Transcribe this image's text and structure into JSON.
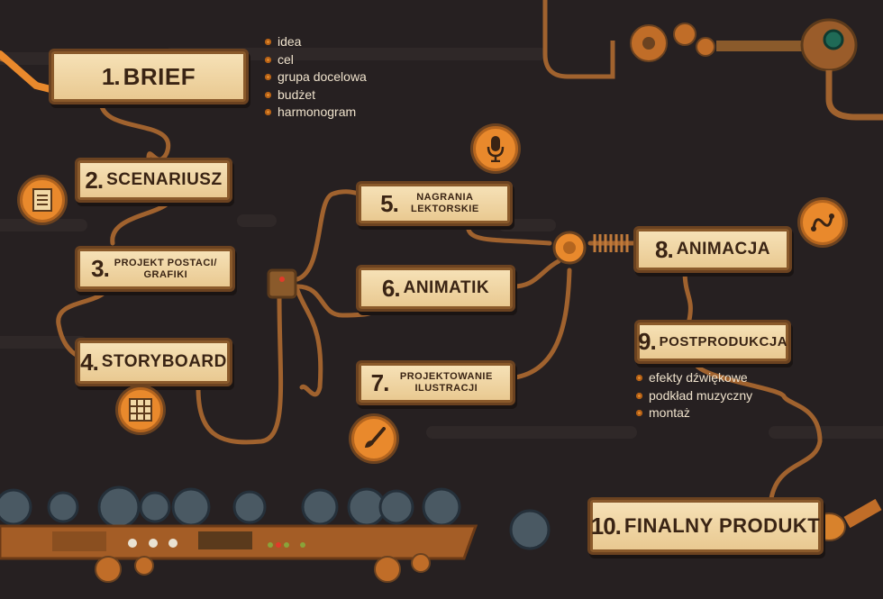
{
  "steps": [
    {
      "num": "1.",
      "label": "BRIEF"
    },
    {
      "num": "2.",
      "label": "SCENARIUSZ"
    },
    {
      "num": "3.",
      "label": "PROJEKT POSTACI/ GRAFIKI"
    },
    {
      "num": "4.",
      "label": "STORYBOARD"
    },
    {
      "num": "5.",
      "label": "NAGRANIA LEKTORSKIE"
    },
    {
      "num": "6.",
      "label": "ANIMATIK"
    },
    {
      "num": "7.",
      "label": "PROJEKTOWANIE ILUSTRACJI"
    },
    {
      "num": "8.",
      "label": "ANIMACJA"
    },
    {
      "num": "9.",
      "label": "POSTPRODUKCJA"
    },
    {
      "num": "10.",
      "label": "FINALNY PRODUKT"
    }
  ],
  "brief_notes": [
    "idea",
    "cel",
    "grupa docelowa",
    "budżet",
    "harmonogram"
  ],
  "postproduction_notes": [
    "efekty dźwiękowe",
    "podkład muzyczny",
    "montaż"
  ],
  "icons": {
    "scenario": "document-icon",
    "storyboard": "storyboard-icon",
    "voice": "microphone-icon",
    "illustration": "paintbrush-icon",
    "animation": "curve-path-icon"
  },
  "colors": {
    "background": "#262021",
    "sign": "#f2d9a6",
    "pipe": "#a0622e",
    "badge": "#e9892c",
    "text_notes": "#efe2cc"
  }
}
